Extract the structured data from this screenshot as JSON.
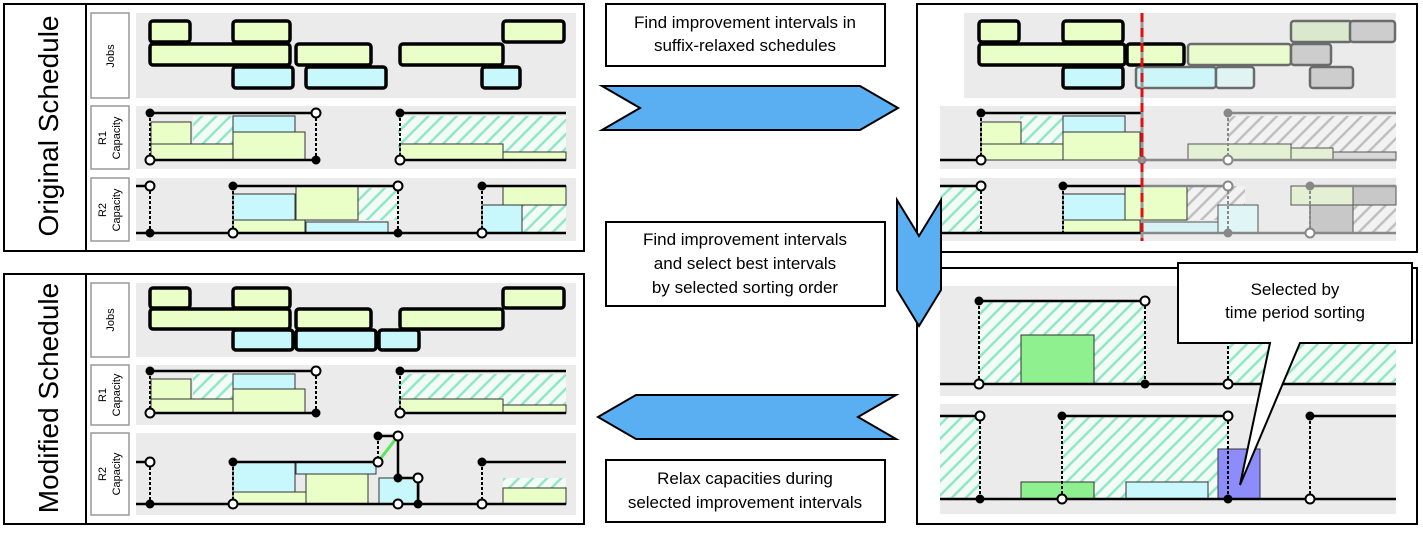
{
  "panels": {
    "original": {
      "title": "Original Schedule"
    },
    "modified": {
      "title": "Modified Schedule"
    }
  },
  "row_labels": {
    "jobs": "Jobs",
    "r1_line1": "R1",
    "r1_line2": "Capacity",
    "r2_line1": "R2",
    "r2_line2": "Capacity"
  },
  "steps": {
    "step1": {
      "line1": "Find improvement intervals in",
      "line2": "suffix-relaxed schedules"
    },
    "step2": {
      "line1": "Find improvement intervals",
      "line2": "and select best intervals",
      "line3": "by selected sorting order"
    },
    "step3": {
      "line1": "Relax capacities during",
      "line2": "selected improvement intervals"
    }
  },
  "callout": {
    "line1": "Selected by",
    "line2": "time period sorting"
  },
  "colors": {
    "job_green": "#eaffc8",
    "job_blue": "#c8f8fc",
    "arrow_blue": "#5aaef2",
    "hatch_green": "#8ee6c6",
    "band_gray": "#ebebeb",
    "selected_purple": "#8c8cfa",
    "strong_green": "#8ef08e",
    "cut_red": "#dd1111"
  }
}
